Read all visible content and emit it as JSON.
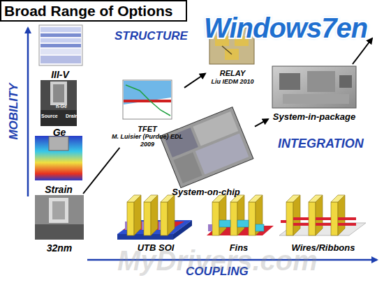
{
  "diagram": {
    "title": "Broad Range of Options",
    "nodes": [
      {
        "text": [
          "III-V"
        ]
      },
      {
        "text": [
          "Ge"
        ]
      },
      {
        "text": [
          "Strain"
        ]
      },
      {
        "text": [
          "32nm"
        ]
      },
      {
        "text": [
          "TFET",
          "M. Luisier (Purdue) EDL 2009"
        ]
      },
      {
        "text": [
          "RELAY",
          "Liu IEDM 2010"
        ]
      },
      {
        "text": [
          "System-on-chip"
        ]
      },
      {
        "text": [
          "System-in-package"
        ]
      },
      {
        "text": [
          "UTB SOI"
        ]
      },
      {
        "text": [
          "Fins"
        ]
      },
      {
        "text": [
          "Wires/Ribbons"
        ]
      }
    ],
    "edges": [
      {
        "from": 3,
        "to": 4,
        "arrow": "none"
      },
      {
        "from": 4,
        "to": 5,
        "arrow": "to"
      },
      {
        "from": 6,
        "to": 7,
        "arrow": "to"
      }
    ],
    "labels": [
      "MOBILITY",
      "STRUCTURE",
      "INTEGRATION",
      "COUPLING",
      "Source",
      "n-Ge",
      "Drain",
      "Windows7en",
      "MyDrivers.com"
    ]
  }
}
